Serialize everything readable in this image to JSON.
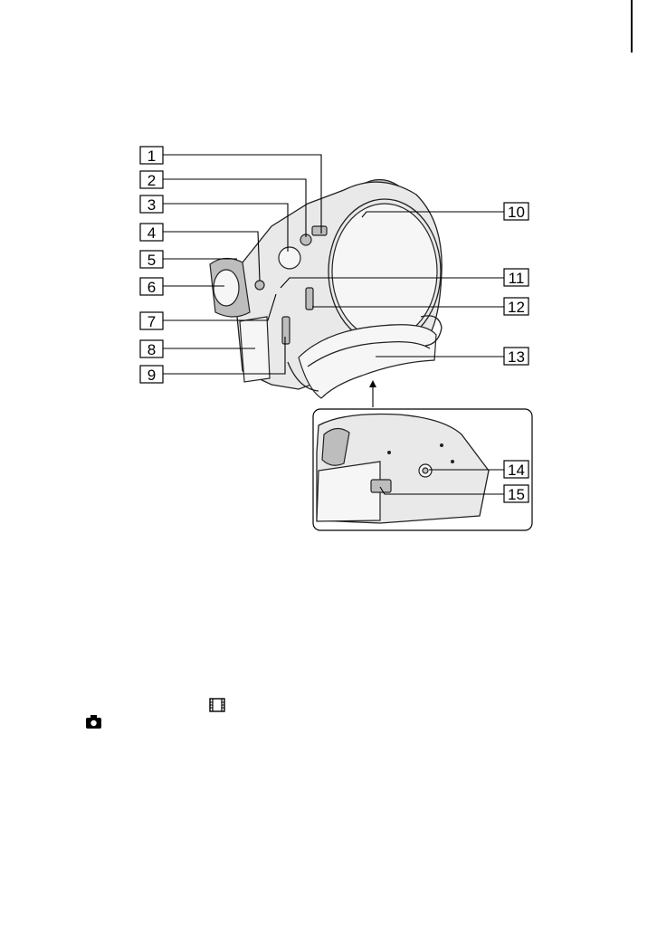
{
  "callouts": [
    {
      "id": "1",
      "label": "1"
    },
    {
      "id": "2",
      "label": "2"
    },
    {
      "id": "3",
      "label": "3"
    },
    {
      "id": "4",
      "label": "4"
    },
    {
      "id": "5",
      "label": "5"
    },
    {
      "id": "6",
      "label": "6"
    },
    {
      "id": "7",
      "label": "7"
    },
    {
      "id": "8",
      "label": "8"
    },
    {
      "id": "9",
      "label": "9"
    },
    {
      "id": "10",
      "label": "10"
    },
    {
      "id": "11",
      "label": "11"
    },
    {
      "id": "12",
      "label": "12"
    },
    {
      "id": "13",
      "label": "13"
    },
    {
      "id": "14",
      "label": "14"
    },
    {
      "id": "15",
      "label": "15"
    }
  ],
  "icons": {
    "movie": "film-strip-icon",
    "still": "camera-icon"
  }
}
